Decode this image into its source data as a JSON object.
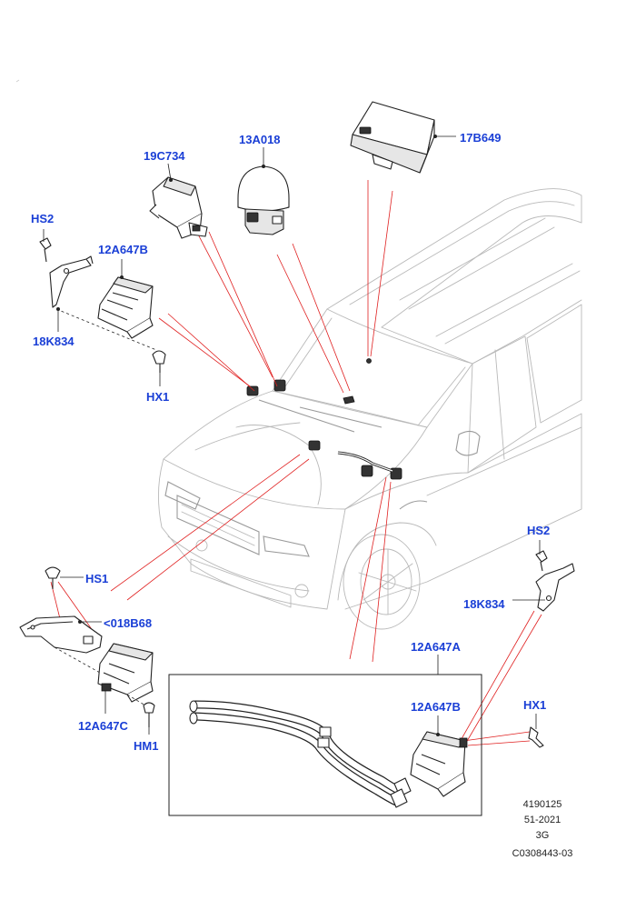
{
  "callouts": {
    "c13a018": "13A018",
    "c17b649": "17B649",
    "c19c734": "19C734",
    "hs2_top": "HS2",
    "c12a647b_top": "12A647B",
    "c18k834_top": "18K834",
    "hx1_top": "HX1",
    "hs2_right": "HS2",
    "c18k834_right": "18K834",
    "hs1": "HS1",
    "c018b68": "<018B68",
    "c12a647a": "12A647A",
    "c12a647b_inset": "12A647B",
    "hx1_right": "HX1",
    "c12a647c": "12A647C",
    "hm1": "HM1"
  },
  "meta": {
    "number": "4190125",
    "date": "51-2021",
    "code": "3G",
    "ref": "C0308443-03"
  },
  "colors": {
    "callout": "#1a3fd6",
    "leader_red": "#e02020",
    "car_line": "#b9b9b9",
    "part_line": "#222222"
  }
}
